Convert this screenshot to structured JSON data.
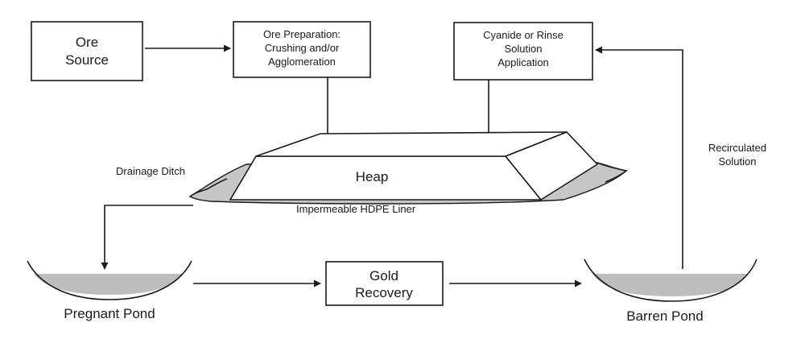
{
  "diagram": {
    "boxes": {
      "ore_source": {
        "line1": "Ore",
        "line2": "Source"
      },
      "ore_preparation": {
        "line1": "Ore Preparation:",
        "line2": "Crushing and/or",
        "line3": "Agglomeration"
      },
      "cyanide_application": {
        "line1": "Cyanide or Rinse",
        "line2": "Solution",
        "line3": "Application"
      },
      "gold_recovery": {
        "line1": "Gold",
        "line2": "Recovery"
      }
    },
    "heap": {
      "label": "Heap",
      "drainage_label": "Drainage Ditch",
      "liner_label": "Impermeable HDPE Liner"
    },
    "ponds": {
      "pregnant": "Pregnant Pond",
      "barren": "Barren Pond"
    },
    "recirculated": {
      "line1": "Recirculated",
      "line2": "Solution"
    },
    "colors": {
      "ink": "#1a1a1a",
      "pond_fill": "#bdbdbd",
      "liner_fill": "#c6c6c6"
    }
  }
}
